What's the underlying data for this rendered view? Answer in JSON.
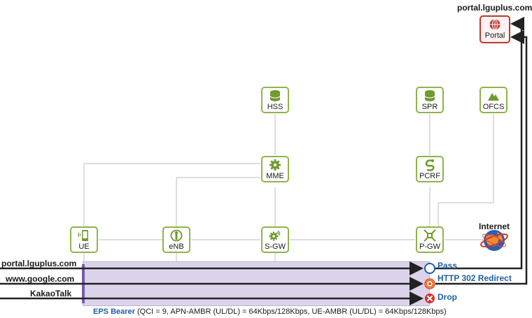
{
  "nodes": {
    "ue": "UE",
    "enb": "eNB",
    "sgw": "S-GW",
    "pgw": "P-GW",
    "mme": "MME",
    "hss": "HSS",
    "pcrf": "PCRF",
    "spr": "SPR",
    "ofcs": "OFCS",
    "portal": "Portal"
  },
  "labels": {
    "portal_host": "portal.lguplus.com",
    "internet": "Internet"
  },
  "flows": [
    {
      "source": "portal.lguplus.com",
      "action": "Pass"
    },
    {
      "source": "www.google.com",
      "action": "HTTP 302 Redirect"
    },
    {
      "source": "KakaoTalk",
      "action": "Drop"
    }
  ],
  "bearer": {
    "title": "EPS Bearer",
    "params": "(QCI = 9, APN-AMBR (UL/DL) = 64Kbps/128Kbps, UE-AMBR (UL/DL) = 64Kbps/128Kbps)"
  },
  "colors": {
    "node_border": "#8fb44a",
    "icon_green": "#6f9a2e",
    "portal_red": "#c0392b",
    "action_blue": "#1f5fa8",
    "bearer_fill": "#dcd3ea"
  },
  "icons": {
    "ue": "mobile-phone-icon",
    "enb": "antenna-icon",
    "sgw": "gear-signal-icon",
    "pgw": "router-icon",
    "mme": "gear-icon",
    "hss": "database-icon",
    "pcrf": "policy-swirl-icon",
    "spr": "database-icon",
    "ofcs": "triangle-chart-icon",
    "portal": "globe-icon",
    "internet": "internet-globe-icon"
  }
}
